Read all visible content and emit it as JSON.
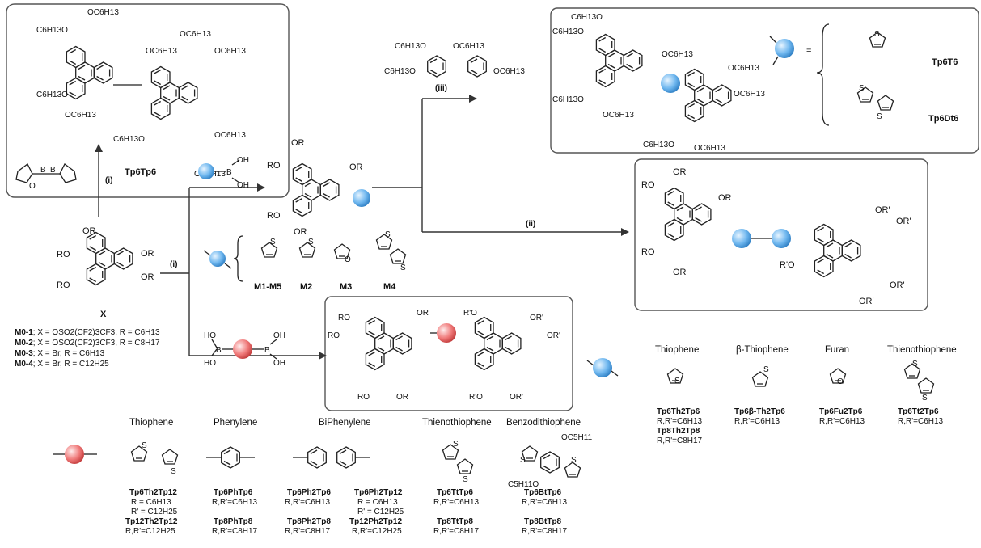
{
  "reagents": {
    "i_top": "(i)",
    "i_mid": "(i)",
    "ii": "(ii)",
    "iii": "(iii)",
    "boronic_oh1": "OH",
    "boronic_oh2": "OH",
    "boronic_B": "B",
    "diboronic_HO1": "HO",
    "diboronic_HO2": "HO",
    "diboronic_OH1": "OH",
    "diboronic_OH2": "OH",
    "diboronic_B1": "B",
    "diboronic_B2": "B",
    "pinB_B1": "B",
    "pinB_B2": "B",
    "pinB_O": "O",
    "equals": "="
  },
  "starting_materials": {
    "lines": [
      {
        "name": "M0-1",
        "text": "; X = OSO2(CF2)3CF3, R = C6H13"
      },
      {
        "name": "M0-2",
        "text": "; X = OSO2(CF2)3CF3, R = C8H17"
      },
      {
        "name": "M0-3",
        "text": "; X = Br, R = C6H13"
      },
      {
        "name": "M0-4",
        "text": "; X = Br, R = C12H25"
      }
    ],
    "X_label": "X",
    "OR": "OR",
    "RO": "RO"
  },
  "top_left_product": {
    "label": "Tp6Tp6",
    "substituent": "OC6H13",
    "substituent_left": "C6H13O"
  },
  "monomers": {
    "labels": [
      "M1-M5",
      "M2",
      "M3",
      "M4"
    ],
    "S": "S",
    "O": "O"
  },
  "right_top_product": {
    "labels": [
      "Tp6T6",
      "Tp6Dt6"
    ],
    "substituent": "OC6H13",
    "substituent_left": "C6H13O"
  },
  "right_mid_product": {
    "OR": "OR",
    "ORp": "OR'",
    "RpO": "R'O",
    "RO": "RO"
  },
  "dimer_product": {
    "OR": "OR",
    "RO": "RO",
    "ORp": "OR'",
    "RpO": "R'O"
  },
  "linkers_red": {
    "headers": [
      "Thiophene",
      "Phenylene",
      "BiPhenylene",
      "Thienothiophene",
      "Benzodithiophene"
    ],
    "compounds": [
      [
        "Tp6Th2Tp12",
        "R = C6H13",
        "R' = C12H25",
        "Tp12Th2Tp12",
        "R,R'=C12H25"
      ],
      [
        "Tp6PhTp6",
        "R,R'=C6H13",
        "Tp8PhTp8",
        "R,R'=C8H17"
      ],
      [
        "Tp6Ph2Tp6",
        "R,R'=C6H13",
        "Tp8Ph2Tp8",
        "R,R'=C8H17"
      ],
      [
        "Tp6Ph2Tp12",
        "R = C6H13",
        "R' = C12H25",
        "Tp12Ph2Tp12",
        "R,R'=C12H25"
      ],
      [
        "Tp6TtTp6",
        "R,R'=C6H13",
        "Tp8TtTp8",
        "R,R'=C8H17"
      ],
      [
        "Tp6BtTp6",
        "R,R'=C6H13",
        "Tp8BtTp8",
        "R,R'=C8H17"
      ]
    ],
    "OC5H11": "OC5H11",
    "C5H11O": "C5H11O"
  },
  "linkers_blue": {
    "headers": [
      "Thiophene",
      "β-Thiophene",
      "Furan",
      "Thienothiophene"
    ],
    "compounds": [
      [
        "Tp6Th2Tp6",
        "R,R'=C6H13",
        "Tp8Th2Tp8",
        "R,R'=C8H17"
      ],
      [
        "Tp6β-Th2Tp6",
        "R,R'=C6H13"
      ],
      [
        "Tp6Fu2Tp6",
        "R,R'=C6H13"
      ],
      [
        "Tp6Tt2Tp6",
        "R,R'=C6H13"
      ]
    ]
  },
  "colors": {
    "blue_ball": "#6fb7ef",
    "red_ball": "#f07a7a",
    "box_stroke": "#555555"
  }
}
